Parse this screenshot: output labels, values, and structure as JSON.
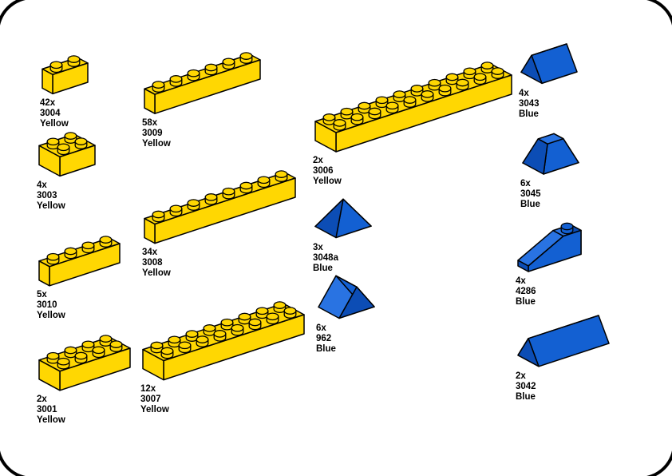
{
  "page": {
    "background": "#FFFFFF"
  },
  "colors": {
    "outline": "#000000",
    "yellow": "#FFD702",
    "blue": "#1360D2",
    "blue_light": "#2973E2",
    "blue_dark": "#0C4DB5"
  },
  "parts": [
    {
      "qty": "42x",
      "part_number": "3004",
      "color_name": "Yellow"
    },
    {
      "qty": "4x",
      "part_number": "3003",
      "color_name": "Yellow"
    },
    {
      "qty": "5x",
      "part_number": "3010",
      "color_name": "Yellow"
    },
    {
      "qty": "2x",
      "part_number": "3001",
      "color_name": "Yellow"
    },
    {
      "qty": "58x",
      "part_number": "3009",
      "color_name": "Yellow"
    },
    {
      "qty": "34x",
      "part_number": "3008",
      "color_name": "Yellow"
    },
    {
      "qty": "12x",
      "part_number": "3007",
      "color_name": "Yellow"
    },
    {
      "qty": "2x",
      "part_number": "3006",
      "color_name": "Yellow"
    },
    {
      "qty": "3x",
      "part_number": "3048a",
      "color_name": "Blue"
    },
    {
      "qty": "6x",
      "part_number": "962",
      "color_name": "Blue"
    },
    {
      "qty": "4x",
      "part_number": "3043",
      "color_name": "Blue"
    },
    {
      "qty": "6x",
      "part_number": "3045",
      "color_name": "Blue"
    },
    {
      "qty": "4x",
      "part_number": "4286",
      "color_name": "Blue"
    },
    {
      "qty": "2x",
      "part_number": "3042",
      "color_name": "Blue"
    }
  ]
}
